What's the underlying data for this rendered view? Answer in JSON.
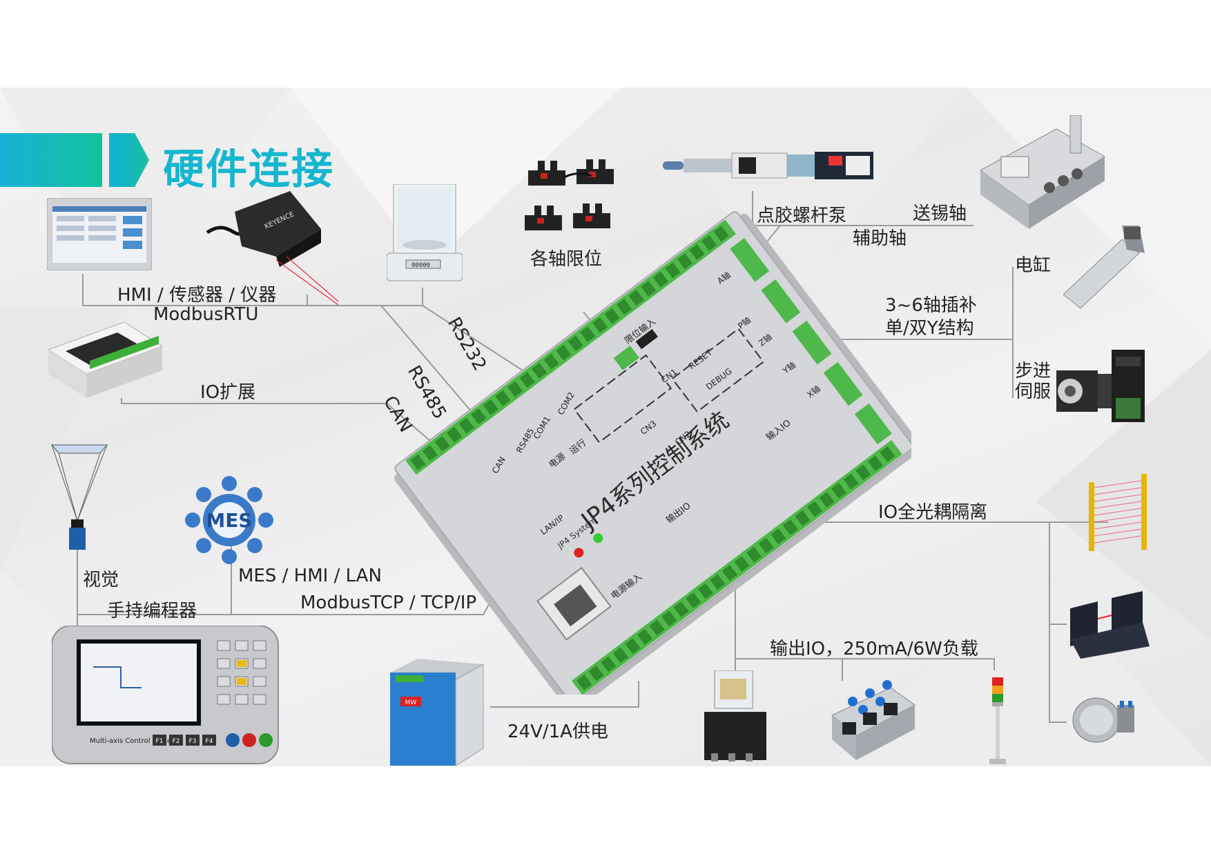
{
  "title": "硬件连接",
  "colors": {
    "accent": "#15b6cf",
    "accent2": "#12c29a",
    "board": "#cfd1d4",
    "terminal": "#53c24e",
    "line": "#9a9a9a"
  },
  "labels": {
    "hmi_sensor": "HMI / 传感器 / 仪器",
    "modbus_rtu": "ModbusRTU",
    "io_expand": "IO扩展",
    "rs232": "RS232",
    "rs485": "RS485",
    "can": "CAN",
    "limit": "各轴限位",
    "dispense_pump": "点胶螺杆泵",
    "tin_axis": "送锡轴",
    "aux_axis": "辅助轴",
    "cylinder": "电缸",
    "interp_1": "3~6轴插补",
    "interp_2": "单/双Y结构",
    "stepper_1": "步进",
    "stepper_2": "伺服",
    "vision": "视觉",
    "mes_hmi_lan": "MES / HMI / LAN",
    "handheld": "手持编程器",
    "modbus_tcp": "ModbusTCP / TCP/IP",
    "io_iso": "IO全光耦隔离",
    "output_io": "输出IO，250mA/6W负载",
    "power": "24V/1A供电"
  },
  "board": {
    "title": "JP4系列控制系统",
    "system": "JP4 System",
    "reset": "RESET",
    "debug": "DEBUG",
    "lan": "LAN/IP",
    "power_led": "电源",
    "run_led": "运行",
    "cn1": "CN1",
    "cn2": "CN2",
    "cn3": "CN3",
    "input_io": "输入IO",
    "output_io": "输出IO",
    "power_in": "电源输入",
    "limit_in": "限位输入",
    "com1": "COM1",
    "com2": "COM2",
    "axis_a": "A轴",
    "axis_p": "P轴",
    "axis_z": "Z轴",
    "axis_y": "Y轴",
    "axis_x": "X轴",
    "rs485": "RS485",
    "can": "CAN"
  },
  "devices": {
    "mes": "MES",
    "keyence": "KEYENCE",
    "handheld_brand": "Multi-axis Control System",
    "fkeys": [
      "F1",
      "F2",
      "F3",
      "F4"
    ],
    "scale_value": "00000",
    "psu_brand": "MW"
  }
}
